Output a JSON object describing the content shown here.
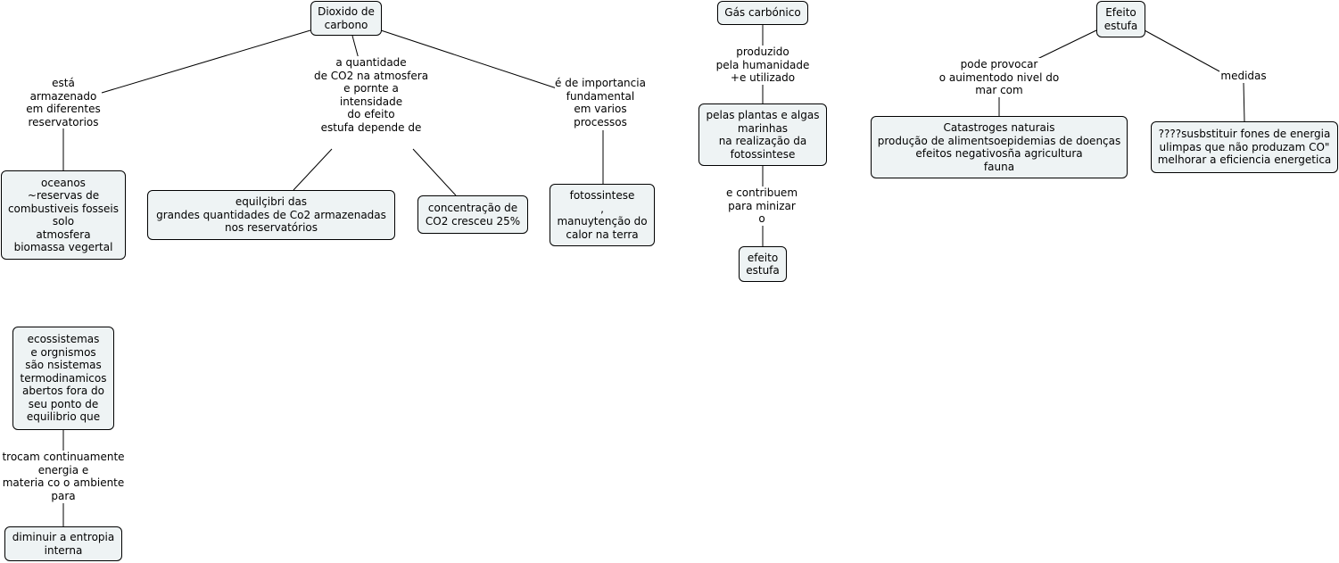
{
  "nodes": {
    "dioxido": "Dioxido de\ncarbono",
    "oceanos": "oceanos\n~reservas de\ncombustiveis fosseis\nsolo\natmosfera\nbiomassa vegertal",
    "equilibrio": "equilçibri das\ngrandes quantidades de Co2 armazenadas\nnos reservatórios",
    "concentracao": "concentração de\nCO2 cresceu 25%",
    "fotossintese": "fotossintese\n,\nmanuytenção do\ncalor na terra",
    "gas": "Gás carbónico",
    "plantas": "pelas plantas e algas\nmarinhas\nna realização da\nfotossintese",
    "efeito_small": "efeito\nestufa",
    "efeito_top": "Efeito\nestufa",
    "catastrofes": "Catastroges naturais\nprodução de alimentsoepidemias de doenças\nefeitos negativosña agricultura\nfauna",
    "substituir": "????susbstituir fones de energia\nulimpas que não produzam CO\"\nmelhorar a eficiencia energetica",
    "ecossistemas": "ecossistemas\ne orgnismos\nsão nsistemas\ntermodinamicos\nabertos fora do\nseu ponto de\nequilibrio que",
    "entropia": "diminuir a entropia\ninterna"
  },
  "labels": {
    "armazenado": "está\narmazenado\nem diferentes\nreservatorios",
    "quantidade": "a quantidade\nde CO2 na atmosfera\ne pornte a\nintensidade\ndo efeito\nestufa depende de",
    "importancia": "é de importancia\nfundamental\nem varios\nprocessos",
    "produzido": "produzido\npela humanidade\n+e utilizado",
    "contribuem": "e contribuem\npara minizar\no",
    "provocar": "pode provocar\no auimentodo nivel do\nmar com",
    "medidas": "medidas",
    "trocam": "trocam continuamente\nenergia e\nmateria co o ambiente\npara"
  }
}
